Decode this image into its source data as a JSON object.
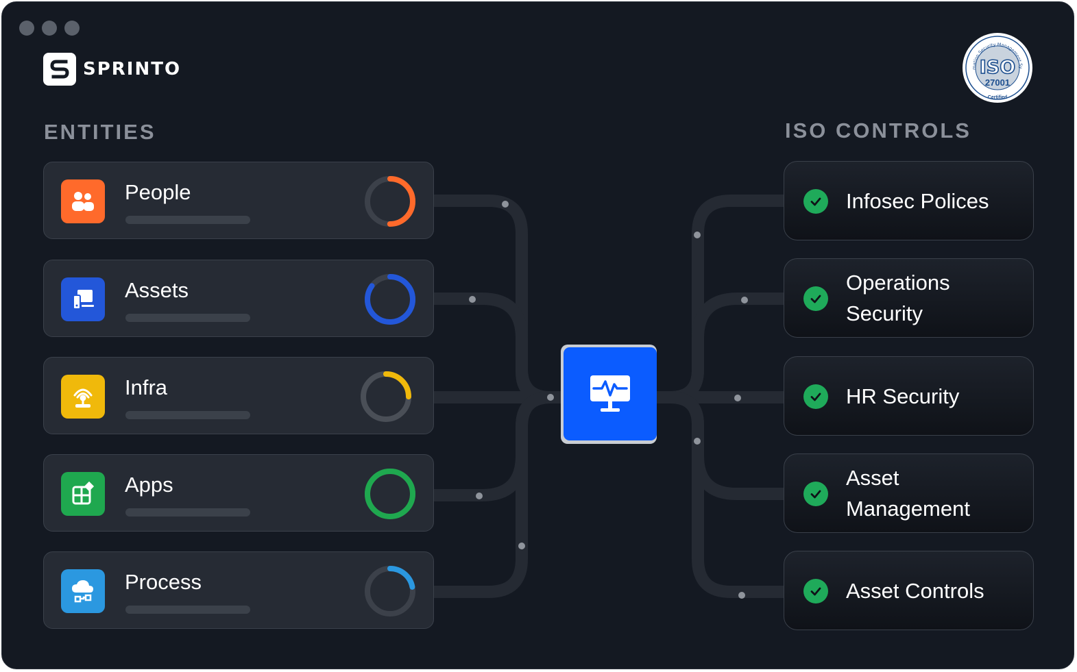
{
  "brand": {
    "name": "SPRINTO"
  },
  "badge": {
    "main": "ISO",
    "number": "27001",
    "ring_text": "Information Security Management System",
    "bottom_text": "Certified"
  },
  "entities_section": {
    "title": "ENTITIES",
    "items": [
      {
        "name": "People",
        "icon": "people-icon",
        "color": "#ff6a2b",
        "progress": 0.5
      },
      {
        "name": "Assets",
        "icon": "devices-icon",
        "color": "#2357d9",
        "progress": 0.85
      },
      {
        "name": "Infra",
        "icon": "signal-tower-icon",
        "color": "#f0b90b",
        "progress": 0.25
      },
      {
        "name": "Apps",
        "icon": "apps-grid-icon",
        "color": "#1fa84f",
        "progress": 1.0
      },
      {
        "name": "Process",
        "icon": "cloud-process-icon",
        "color": "#2b98e0",
        "progress": 0.22
      }
    ]
  },
  "controls_section": {
    "title": "ISO CONTROLS",
    "items": [
      {
        "label": "Infosec Polices",
        "status": "checked"
      },
      {
        "label": "Operations Security",
        "status": "checked"
      },
      {
        "label": "HR Security",
        "status": "checked"
      },
      {
        "label": "Asset Management",
        "status": "checked"
      },
      {
        "label": "Asset Controls",
        "status": "checked"
      }
    ]
  },
  "hub": {
    "icon": "monitor-pulse-icon",
    "color": "#0b5cff"
  }
}
